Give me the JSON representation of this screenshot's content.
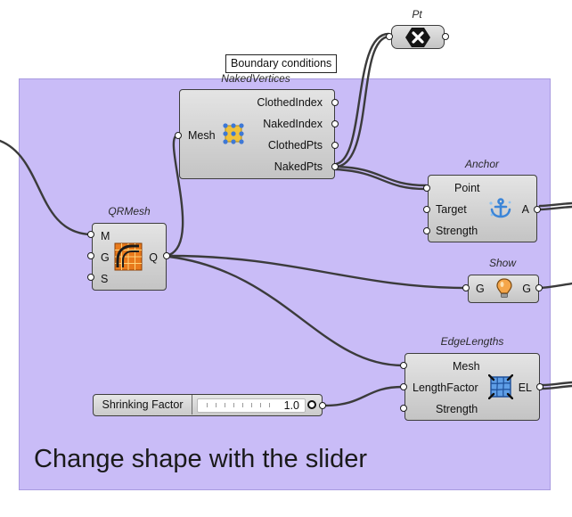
{
  "group": {
    "label": "Change shape with the slider",
    "color": "#c9bcf7"
  },
  "tooltip": "Boundary conditions",
  "components": {
    "pt": {
      "nickname": "Pt",
      "icon": "close-hexagon-icon"
    },
    "naked_vertices": {
      "nickname": "NakedVertices",
      "inputs": [
        "Mesh"
      ],
      "outputs": [
        "ClothedIndex",
        "NakedIndex",
        "ClothedPts",
        "NakedPts"
      ],
      "icon": "mesh-vertices-icon"
    },
    "anchor": {
      "nickname": "Anchor",
      "inputs": [
        "Point",
        "Target",
        "Strength"
      ],
      "outputs": [
        "A"
      ],
      "icon": "anchor-icon"
    },
    "qrmesh": {
      "nickname": "QRMesh",
      "inputs": [
        "M",
        "G",
        "S"
      ],
      "outputs": [
        "Q"
      ],
      "icon": "quad-remesh-icon"
    },
    "show": {
      "nickname": "Show",
      "inputs": [
        "G"
      ],
      "outputs": [
        "G"
      ],
      "icon": "lightbulb-icon"
    },
    "edge_lengths": {
      "nickname": "EdgeLengths",
      "inputs": [
        "Mesh",
        "LengthFactor",
        "Strength"
      ],
      "outputs": [
        "EL"
      ],
      "icon": "edge-lengths-icon"
    }
  },
  "slider": {
    "name": "Shrinking Factor",
    "value": "1.0"
  }
}
